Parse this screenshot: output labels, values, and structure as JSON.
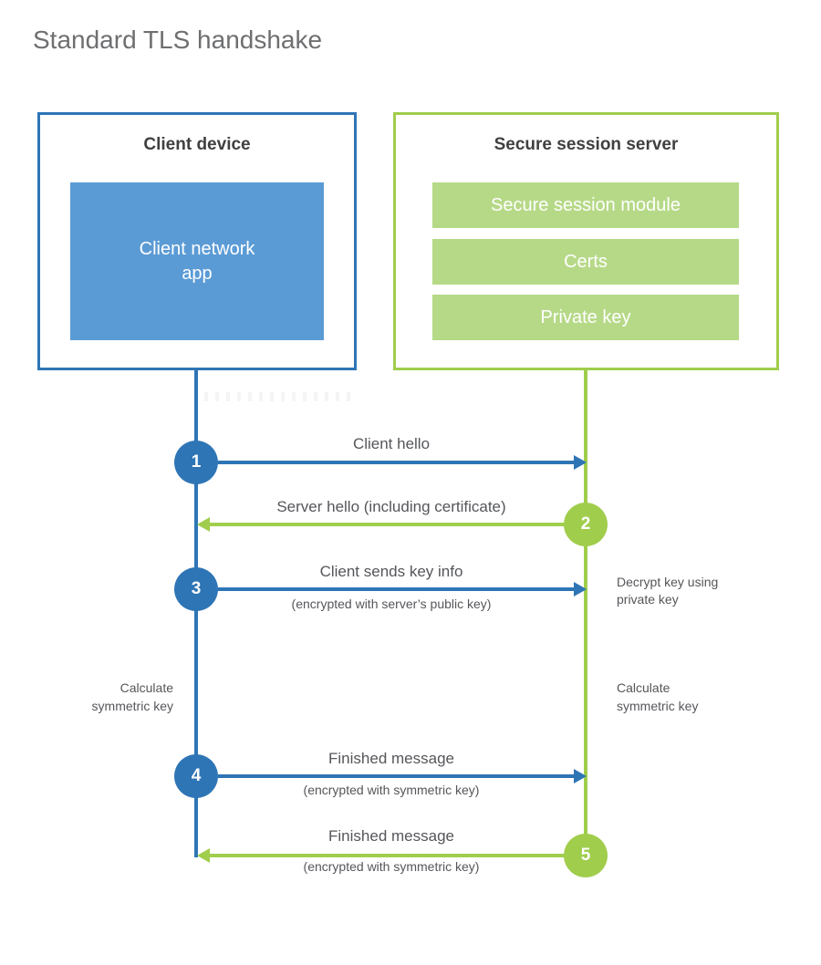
{
  "title": "Standard TLS handshake",
  "colors": {
    "client_blue": "#2e75b6",
    "client_blue_fill": "#5b9bd5",
    "server_green": "#a0cd4c",
    "server_green_fill": "#b6d987",
    "heading_gray": "#6e6f71",
    "label_gray": "#55565a",
    "box_title_dark": "#3f4041"
  },
  "client": {
    "title": "Client device",
    "app_label": "Client network\napp"
  },
  "server": {
    "title": "Secure session server",
    "modules": [
      "Secure session module",
      "Certs",
      "Private key"
    ]
  },
  "messages": [
    {
      "number": "1",
      "from": "client",
      "to": "server",
      "label": "Client hello",
      "sublabel": ""
    },
    {
      "number": "2",
      "from": "server",
      "to": "client",
      "label": "Server hello (including certificate)",
      "sublabel": ""
    },
    {
      "number": "3",
      "from": "client",
      "to": "server",
      "label": "Client sends key info",
      "sublabel": "(encrypted with server’s public key)"
    },
    {
      "number": "4",
      "from": "client",
      "to": "server",
      "label": "Finished message",
      "sublabel": "(encrypted with symmetric key)"
    },
    {
      "number": "5",
      "from": "server",
      "to": "client",
      "label": "Finished message",
      "sublabel": "(encrypted with symmetric key)"
    }
  ],
  "annotations": {
    "decrypt_note": "Decrypt key using\nprivate key",
    "calc_symmetric_left": "Calculate\nsymmetric key",
    "calc_symmetric_right": "Calculate\nsymmetric key"
  }
}
